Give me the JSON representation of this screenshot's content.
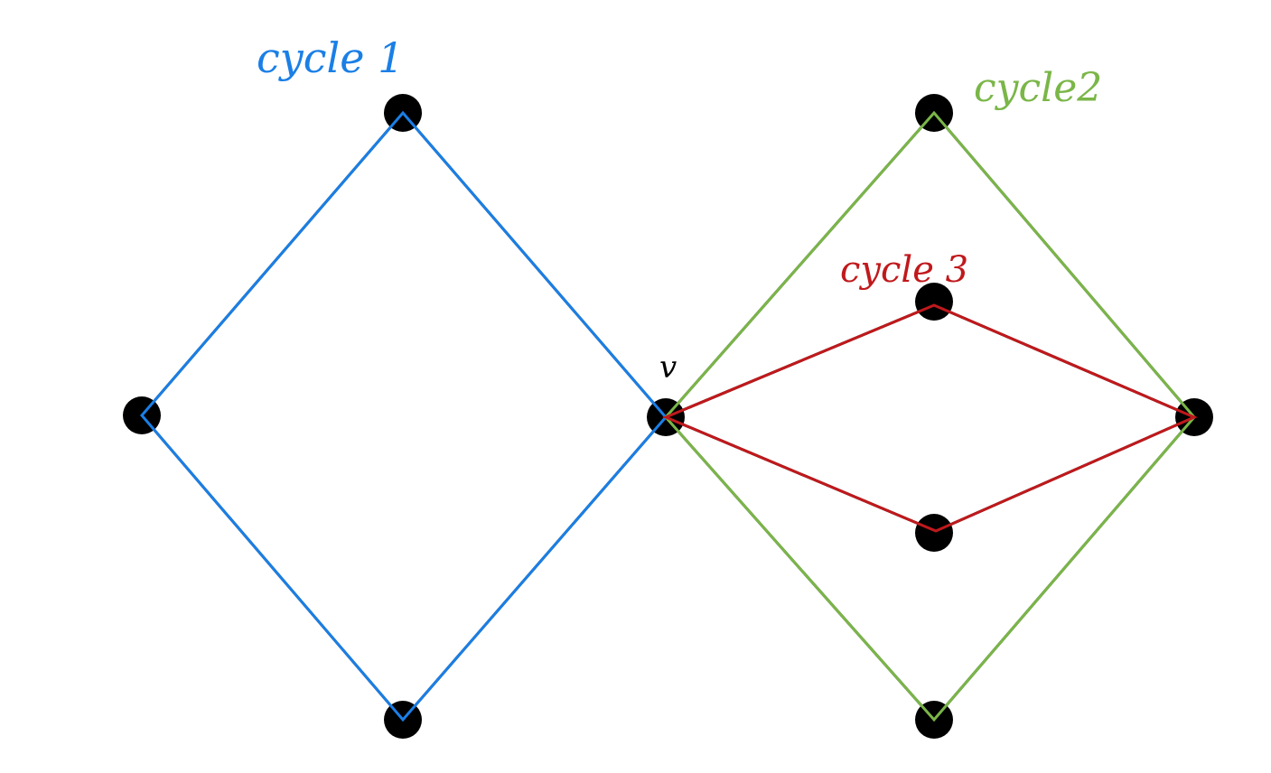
{
  "labels": {
    "cycle1": "cycle 1",
    "cycle2": "cycle2",
    "cycle3": "cycle 3",
    "vertex_v": "v"
  },
  "colors": {
    "cycle1": "#1a7fe6",
    "cycle2": "#7ab648",
    "cycle3": "#c0191c",
    "vertex": "#000000",
    "edge": "#000000"
  },
  "graph": {
    "vertices": [
      "left-top",
      "left-left",
      "v",
      "left-bottom",
      "right-top",
      "right-right",
      "right-bottom",
      "inner-top",
      "inner-bottom"
    ],
    "cycles": [
      {
        "name": "cycle 1",
        "vertices": [
          "left-top",
          "v",
          "left-bottom",
          "left-left"
        ]
      },
      {
        "name": "cycle2",
        "vertices": [
          "right-top",
          "right-right",
          "right-bottom",
          "v"
        ]
      },
      {
        "name": "cycle 3",
        "vertices": [
          "inner-top",
          "right-right",
          "inner-bottom",
          "v"
        ]
      }
    ]
  }
}
